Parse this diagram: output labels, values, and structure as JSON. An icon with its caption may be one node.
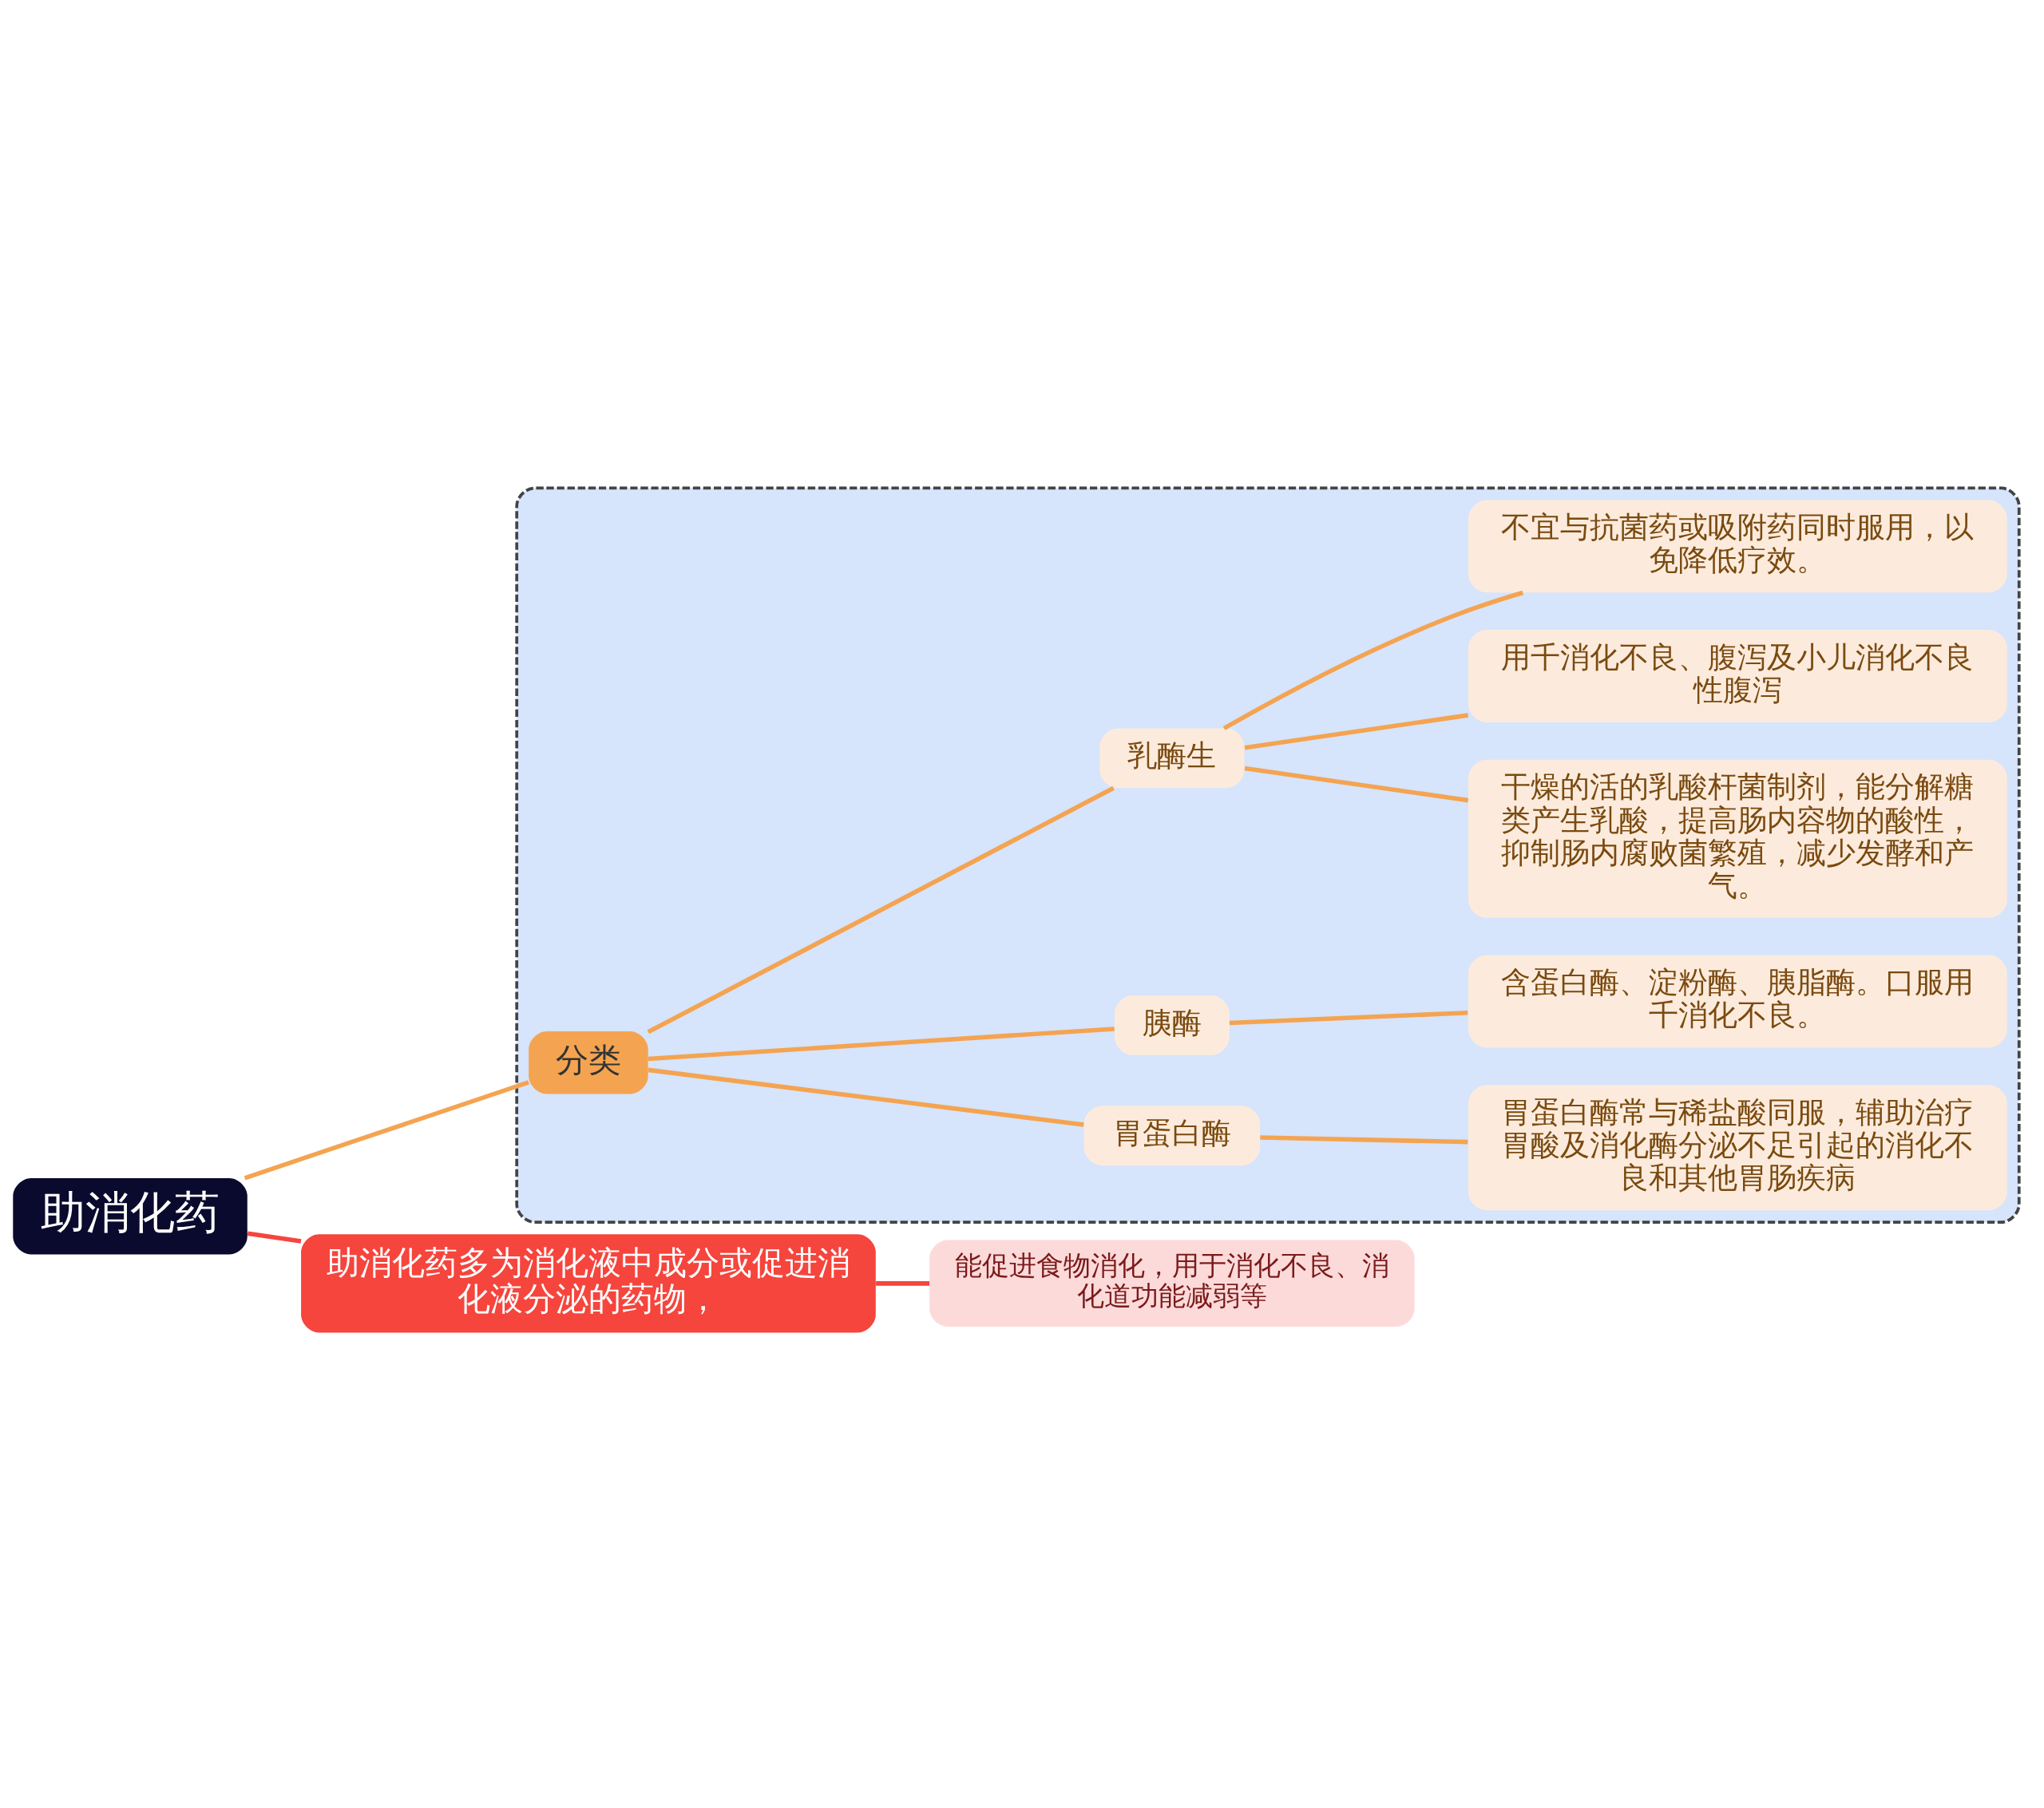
{
  "diagram": {
    "nodes": [
      {
        "text": [
          "助消化药"
        ]
      },
      {
        "text": [
          "助消化药多为消化液中成分或促进消化液分泌的药物，"
        ]
      },
      {
        "text": [
          "能促进食物消化，用于消化不良、消化道功能减弱等"
        ]
      },
      {
        "text": [],
        "shape": "box"
      },
      {
        "text": [
          "分类"
        ],
        "in": 3
      },
      {
        "text": [
          "胃蛋白酶"
        ],
        "in": 3
      },
      {
        "text": [
          "胃蛋白酶常与稀盐酸同服，辅助治疗胃酸及消化酶分泌不足引起的消化不良和其他胃肠疾病"
        ],
        "in": 3
      },
      {
        "text": [
          "胰酶"
        ],
        "in": 3
      },
      {
        "text": [
          "含蛋白酶、淀粉酶、胰脂酶。口服用千消化不良。"
        ],
        "in": 3
      },
      {
        "text": [
          "乳酶生"
        ],
        "in": 3
      },
      {
        "text": [
          "干燥的活的乳酸杆菌制剂，能分解糖类产生乳酸，提高肠内容物的酸性，抑制肠内腐败菌繁殖，减少发酵和产气。"
        ],
        "in": 3
      },
      {
        "text": [
          "用千消化不良、腹泻及小儿消化不良性腹泻"
        ],
        "in": 3
      },
      {
        "text": [
          "不宜与抗菌药或吸附药同时服用，以免降低疗效。"
        ],
        "in": 3
      }
    ],
    "edges": [
      {
        "from": 0,
        "to": 1,
        "arrow": "none",
        "color": "#f5453d"
      },
      {
        "from": 1,
        "to": 2,
        "arrow": "none",
        "color": "#f5453d"
      },
      {
        "from": 0,
        "to": 4,
        "arrow": "none"
      },
      {
        "from": 4,
        "to": 5,
        "arrow": "none"
      },
      {
        "from": 5,
        "to": 6,
        "arrow": "none"
      },
      {
        "from": 4,
        "to": 7,
        "arrow": "none"
      },
      {
        "from": 7,
        "to": 8,
        "arrow": "none"
      },
      {
        "from": 4,
        "to": 9,
        "arrow": "none"
      },
      {
        "from": 9,
        "to": 10,
        "arrow": "none"
      },
      {
        "from": 9,
        "to": 11,
        "arrow": "none"
      },
      {
        "from": 9,
        "to": 12,
        "arrow": "none"
      }
    ]
  }
}
